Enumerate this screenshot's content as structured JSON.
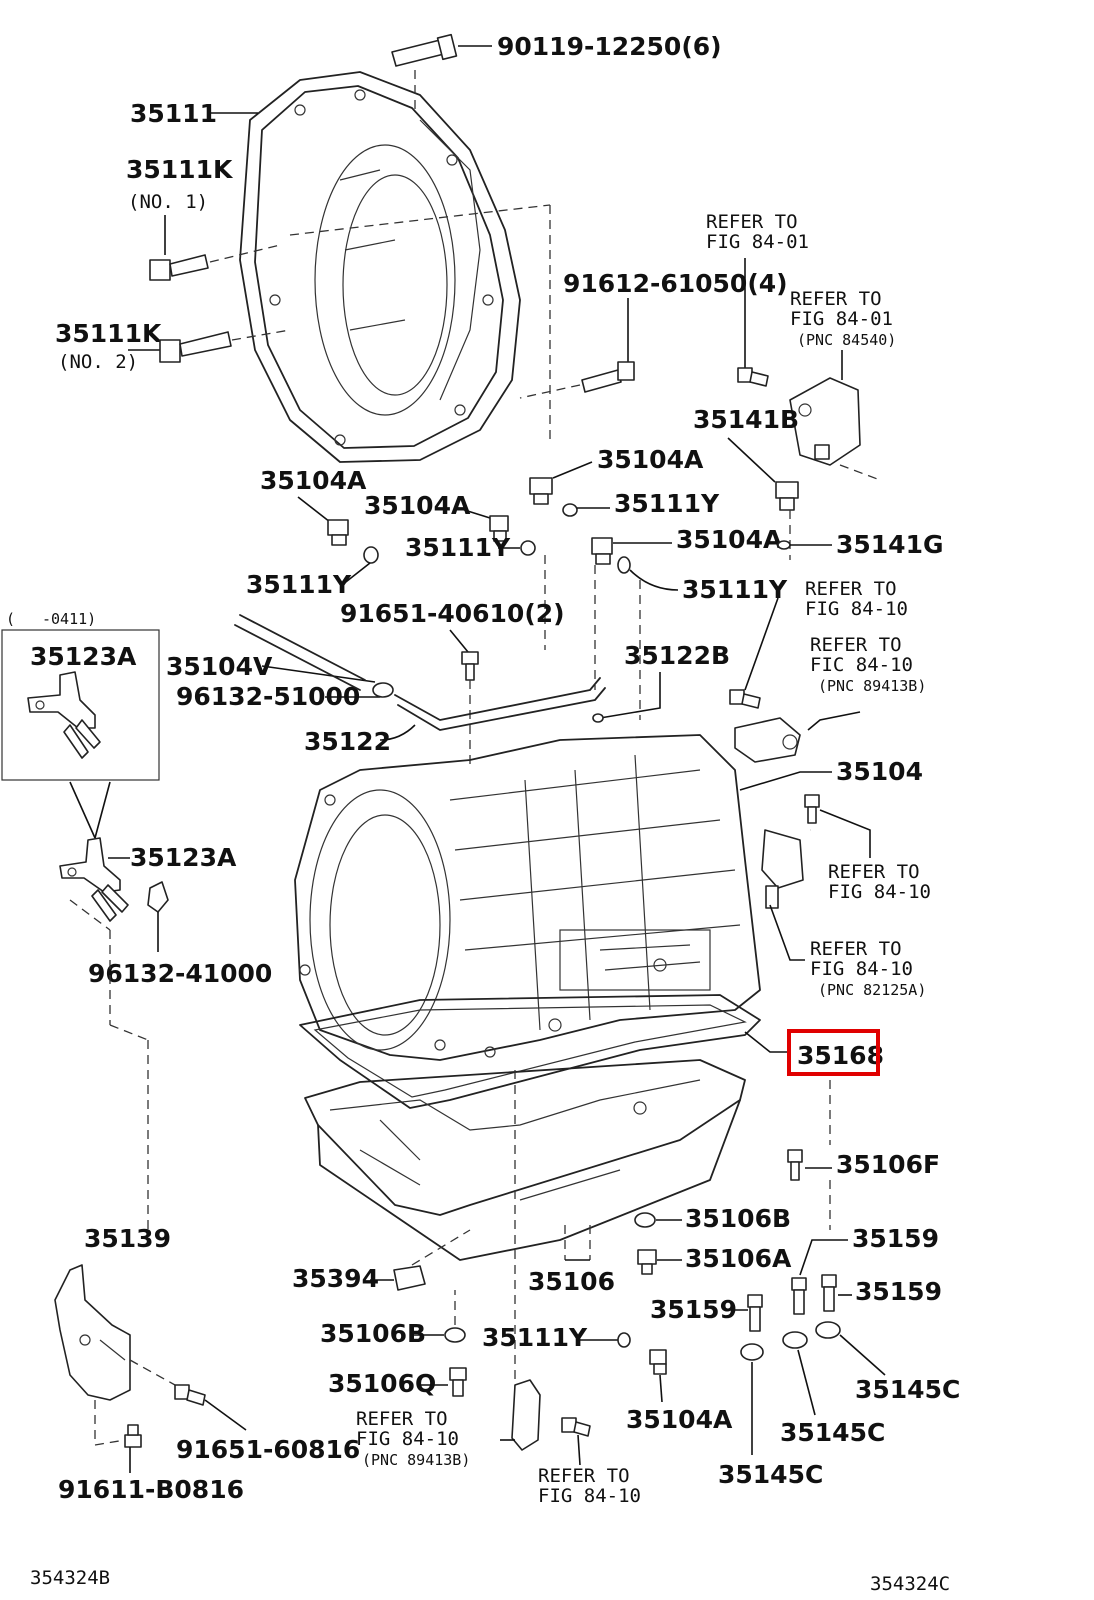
{
  "highlight_color": "#e00000",
  "figure_codes": {
    "left": "354324B",
    "right": "354324C"
  },
  "inset": {
    "range_label": "-0411)",
    "part": "35123A"
  },
  "parts": {
    "p90119": "90119-12250(6)",
    "p35111": "35111",
    "p35111k_1": "35111K",
    "p35111k_1_note": "(NO. 1)",
    "p35111k_2": "35111K",
    "p35111k_2_note": "(NO. 2)",
    "p91612": "91612-61050(4)",
    "p35141b": "35141B",
    "p35104a_1": "35104A",
    "p35104a_2": "35104A",
    "p35104a_3": "35104A",
    "p35104a_4": "35104A",
    "p35104a_5": "35104A",
    "p35111y_1": "35111Y",
    "p35111y_2": "35111Y",
    "p35111y_3": "35111Y",
    "p35111y_4": "35111Y",
    "p35111y_5": "35111Y",
    "p35141g": "35141G",
    "p91651_40610": "91651-40610(2)",
    "p35104v": "35104V",
    "p96132_51000": "96132-51000",
    "p35122b": "35122B",
    "p35122": "35122",
    "p35104": "35104",
    "p35123a": "35123A",
    "p96132_41000": "96132-41000",
    "p35168": "35168",
    "p35106f": "35106F",
    "p35106b_1": "35106B",
    "p35106b_2": "35106B",
    "p35106a": "35106A",
    "p35159_1": "35159",
    "p35159_2": "35159",
    "p35159_3": "35159",
    "p35139": "35139",
    "p35394": "35394",
    "p35106": "35106",
    "p35106q": "35106Q",
    "p35145c_1": "35145C",
    "p35145c_2": "35145C",
    "p35145c_3": "35145C",
    "p91651_60816": "91651-60816",
    "p91611": "91611-B0816"
  },
  "refers": {
    "r1": {
      "l1": "REFER TO",
      "l2": "FIG 84-01"
    },
    "r2": {
      "l1": "REFER TO",
      "l2": "FIG 84-01",
      "l3": "(PNC 84540)"
    },
    "r3": {
      "l1": "REFER TO",
      "l2": "FIG 84-10"
    },
    "r4": {
      "l1": "REFER TO",
      "l2": "FIC 84-10",
      "l3": "(PNC 89413B)"
    },
    "r5": {
      "l1": "REFER TO",
      "l2": "FIG 84-10"
    },
    "r6": {
      "l1": "REFER TO",
      "l2": "FIG 84-10",
      "l3": "(PNC 82125A)"
    },
    "r7": {
      "l1": "REFER TO",
      "l2": "FIG 84-10",
      "l3": "(PNC 89413B)"
    },
    "r8": {
      "l1": "REFER TO",
      "l2": "FIG 84-10"
    }
  }
}
